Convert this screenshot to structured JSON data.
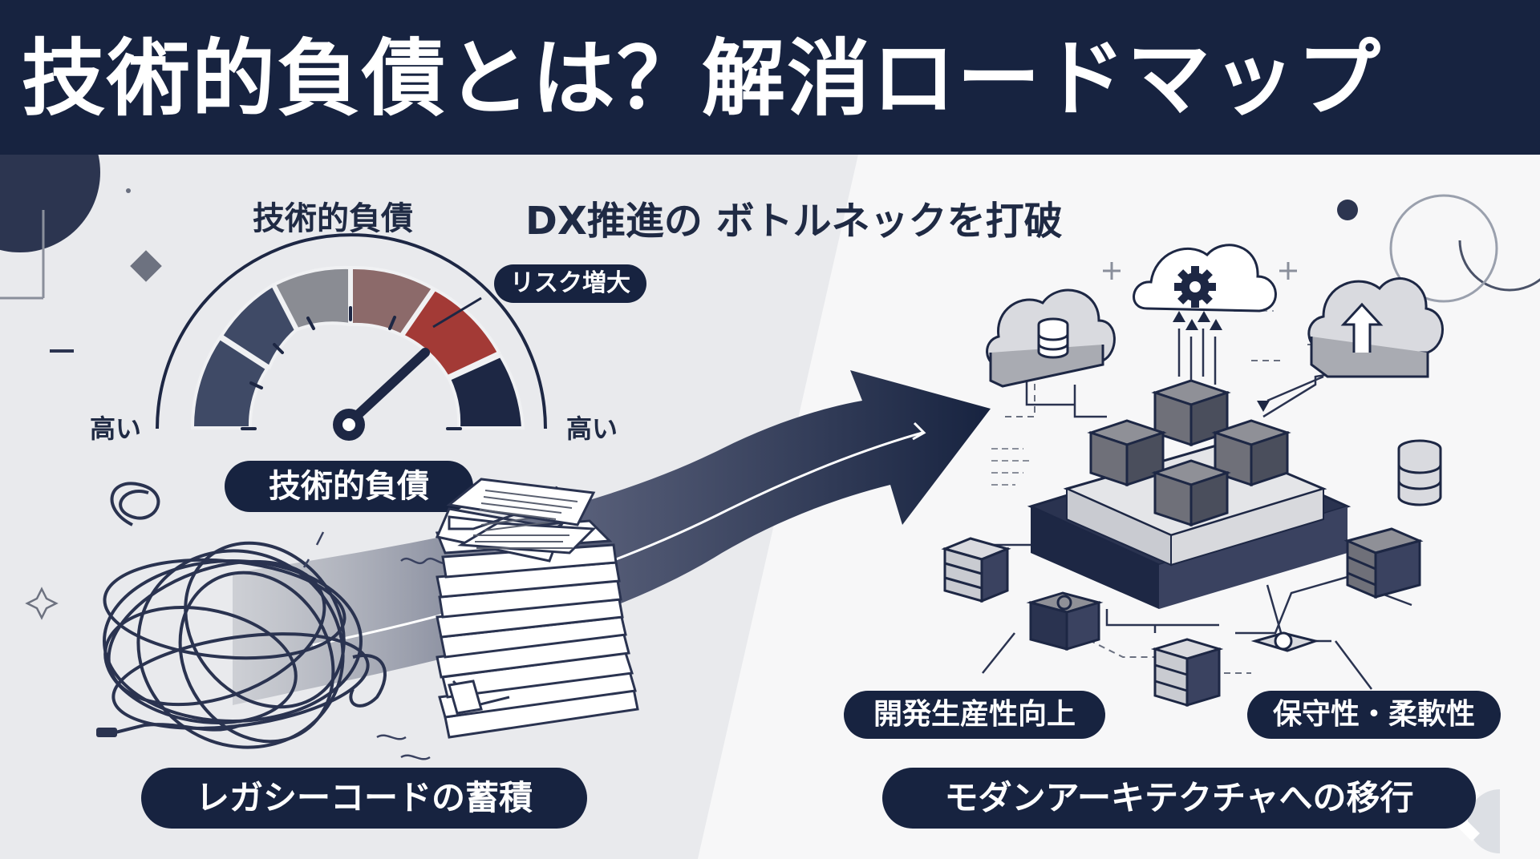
{
  "title": "技術的負債とは？解消ロードマップ",
  "left": {
    "gauge_title": "技術的負債",
    "gauge_low_label": "高い",
    "gauge_high_label": "高い",
    "risk_label": "リスク増大",
    "gauge_pill": "技術的負債",
    "legacy_label": "レガシーコードの蓄積"
  },
  "center": {
    "subtitle": "DX推進の ボトルネックを打破"
  },
  "right": {
    "benefit_left": "開発生産性向上",
    "benefit_right": "保守性・柔軟性",
    "migration_label": "モダンアーキテクチャへの移行"
  },
  "colors": {
    "navy": "#172340",
    "gauge_segment_1": "#3f4a66",
    "gauge_segment_2": "#8a8c93",
    "gauge_segment_3": "#8c6a6a",
    "gauge_segment_4": "#a33a36",
    "gauge_segment_5": "#1d2744"
  },
  "icons": [
    "gear-icon",
    "database-icon",
    "upload-arrow-icon",
    "cable-tangle-icon",
    "paper-stack-icon",
    "server-rack-icon"
  ]
}
